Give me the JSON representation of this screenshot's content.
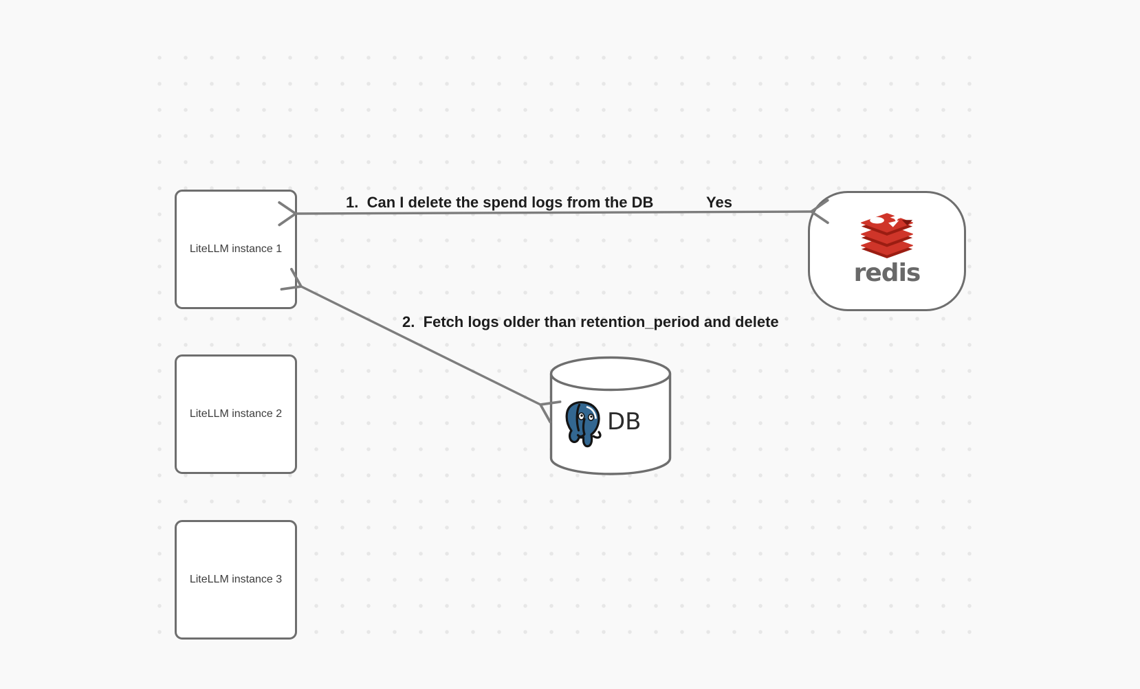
{
  "canvas": {
    "background": "#f9f9f9",
    "dot_color": "#e7e7e7"
  },
  "nodes": {
    "instances": [
      {
        "label": "LiteLLM instance 1"
      },
      {
        "label": "LiteLLM instance 2"
      },
      {
        "label": "LiteLLM instance 3"
      }
    ],
    "redis": {
      "wordmark": "redis",
      "logo": "redis-logo"
    },
    "db": {
      "label": "DB",
      "logo": "postgresql-logo"
    }
  },
  "edges": [
    {
      "label": "1.  Can I delete the spend logs from the DB",
      "response": "Yes",
      "from": "LiteLLM instance 1",
      "to": "redis",
      "direction": "both"
    },
    {
      "label": "2.  Fetch logs older than retention_period and delete",
      "from": "LiteLLM instance 1",
      "to": "DB",
      "direction": "both"
    }
  ],
  "colors": {
    "node_border": "#6e6e6e",
    "arrow": "#7d7d7d",
    "label_text": "#1d1d1d",
    "node_text": "#3c3c3c",
    "redis_red": "#cf3529",
    "redis_dark_red": "#9b1d12",
    "redis_wordmark_gray": "#696969",
    "postgres_blue": "#336791"
  }
}
